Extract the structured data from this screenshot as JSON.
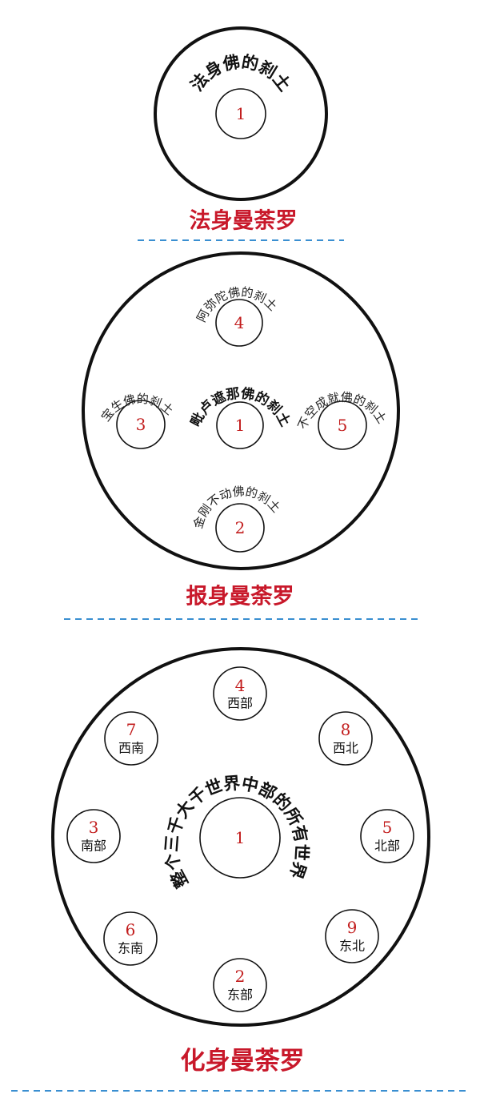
{
  "dharmakaya": {
    "title": "法身曼荼罗",
    "center": {
      "number": "1",
      "arc_text": "法身佛的刹土"
    }
  },
  "sambhogakaya": {
    "title": "报身曼荼罗",
    "nodes": [
      {
        "key": "center",
        "number": "1",
        "arc_text": "毗卢遮那佛的刹土"
      },
      {
        "key": "top",
        "number": "4",
        "arc_text": "阿弥陀佛的刹土"
      },
      {
        "key": "left",
        "number": "3",
        "arc_text": "宝生佛的刹土"
      },
      {
        "key": "right",
        "number": "5",
        "arc_text": "不空成就佛的刹土"
      },
      {
        "key": "bottom",
        "number": "2",
        "arc_text": "金刚不动佛的刹土"
      }
    ]
  },
  "nirmanakaya": {
    "title": "化身曼荼罗",
    "center": {
      "number": "1",
      "arc_text": "整个三千大千世界中部的所有世界"
    },
    "nodes": [
      {
        "key": "north-top",
        "number": "4",
        "label": "西部"
      },
      {
        "key": "upper-left",
        "number": "7",
        "label": "西南"
      },
      {
        "key": "upper-right",
        "number": "8",
        "label": "西北"
      },
      {
        "key": "left",
        "number": "3",
        "label": "南部"
      },
      {
        "key": "right",
        "number": "5",
        "label": "北部"
      },
      {
        "key": "lower-left",
        "number": "6",
        "label": "东南"
      },
      {
        "key": "lower-right",
        "number": "9",
        "label": "东北"
      },
      {
        "key": "bottom",
        "number": "2",
        "label": "东部"
      }
    ]
  }
}
